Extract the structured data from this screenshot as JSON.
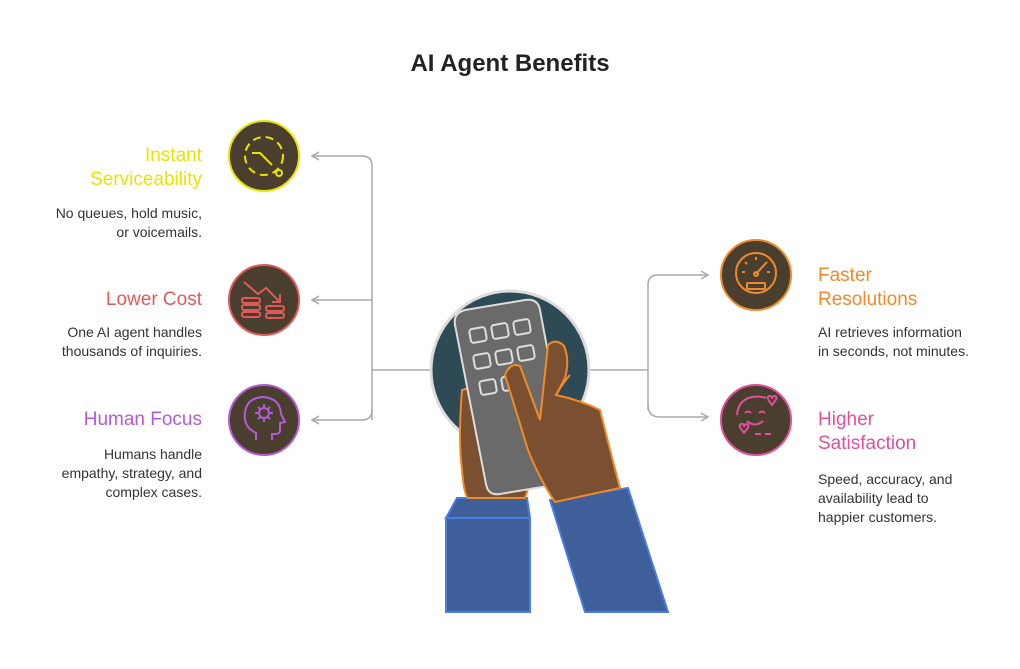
{
  "title": "AI Agent Benefits",
  "benefits_left": [
    {
      "title_line1": "Instant",
      "title_line2": "Serviceability",
      "desc_line1": "No queues, hold music,",
      "desc_line2": "or voicemails.",
      "color": "#e8e400",
      "icon": "timer-icon"
    },
    {
      "title_line1": "Lower Cost",
      "desc_line1": "One AI agent handles",
      "desc_line2": "thousands of inquiries.",
      "color": "#e05a5a",
      "icon": "cost-down-icon"
    },
    {
      "title_line1": "Human Focus",
      "desc_line1": "Humans handle",
      "desc_line2": "empathy, strategy, and",
      "desc_line3": "complex cases.",
      "color": "#b35ad8",
      "icon": "head-gear-icon"
    }
  ],
  "benefits_right": [
    {
      "title_line1": "Faster",
      "title_line2": "Resolutions",
      "desc_line1": "AI retrieves information",
      "desc_line2": "in seconds, not minutes.",
      "color": "#ef8a2a",
      "icon": "speedometer-icon"
    },
    {
      "title_line1": "Higher",
      "title_line2": "Satisfaction",
      "desc_line1": "Speed, accuracy, and",
      "desc_line2": "availability lead to",
      "desc_line3": "happier customers.",
      "color": "#e0509a",
      "icon": "smiley-hearts-icon"
    }
  ],
  "center_icon": "hand-phone-icon"
}
